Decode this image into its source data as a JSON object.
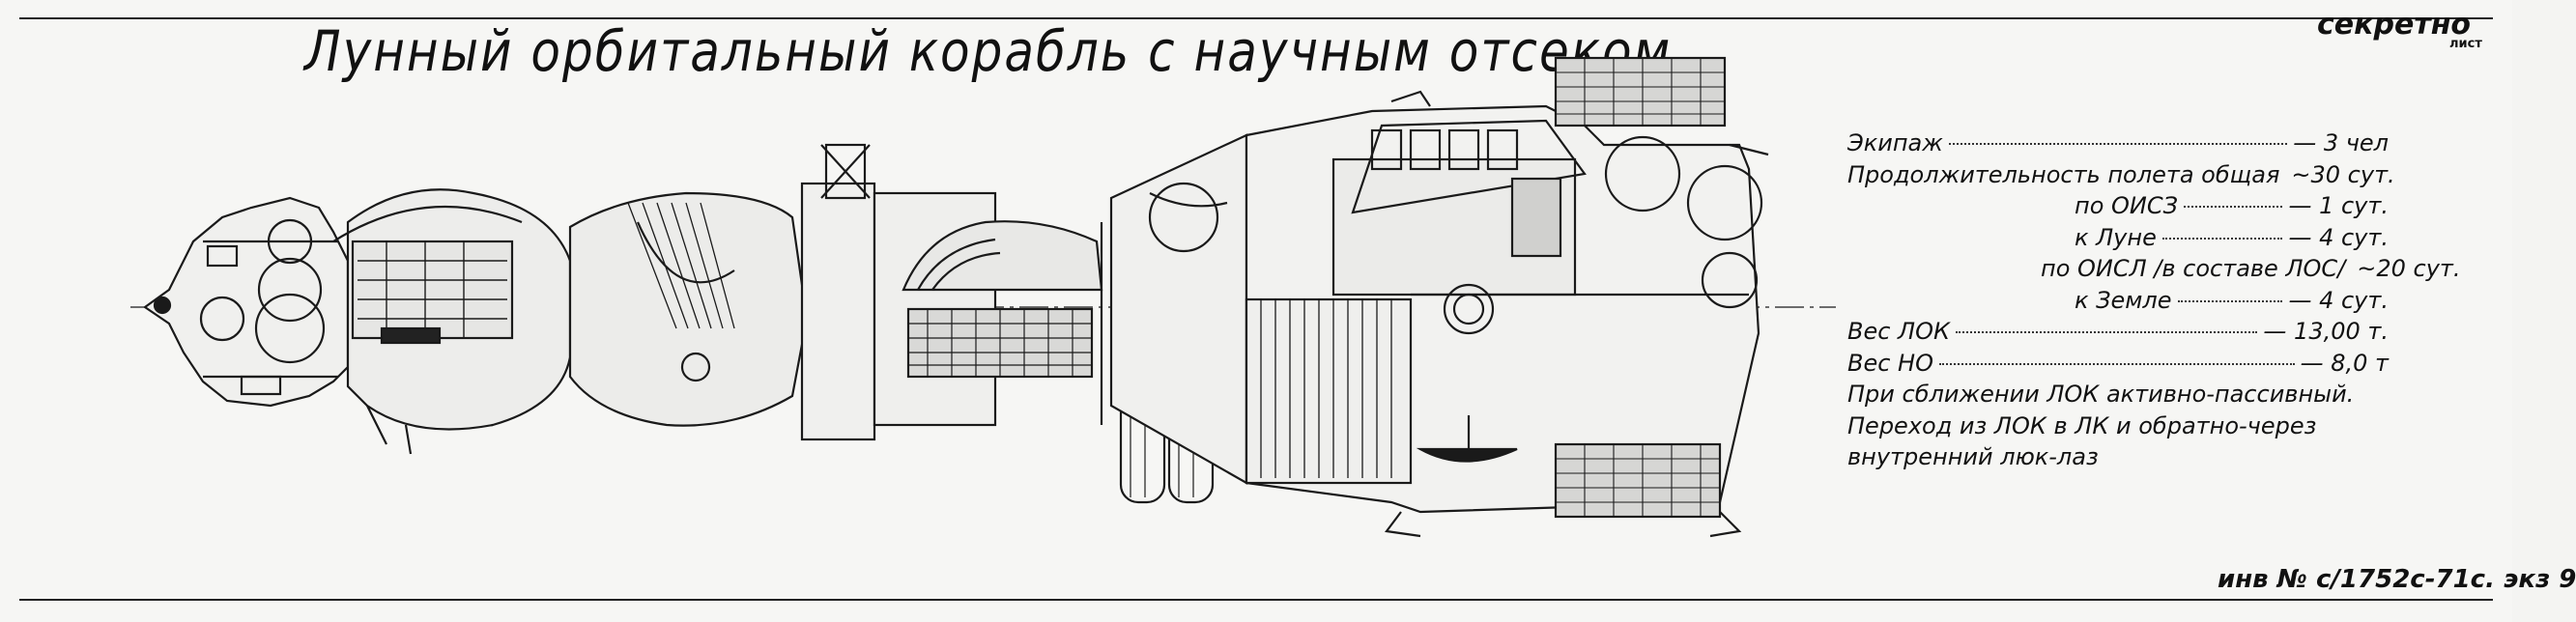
{
  "title": "Лунный орбитальный корабль с научным отсеком",
  "stamp": {
    "secret": "секретно",
    "sheet": "лист"
  },
  "inventory_number": "инв № с/1752с-71с. экз 9",
  "specs": {
    "rows": [
      {
        "label": "Экипаж",
        "value": "— 3 чел",
        "indent": 0
      },
      {
        "label": "Продолжительность полета общая",
        "value": "~30 сут.",
        "indent": 0
      },
      {
        "label": "по ОИСЗ",
        "value": "— 1 сут.",
        "indent": 1
      },
      {
        "label": "к Луне",
        "value": "— 4 сут.",
        "indent": 1
      },
      {
        "label": "по ОИСЛ /в составе ЛОС/",
        "value": "~20 сут.",
        "indent": 2
      },
      {
        "label": "к Земле",
        "value": "— 4 сут.",
        "indent": 1
      },
      {
        "label": "Вес ЛОК",
        "value": "— 13,00 т.",
        "indent": 0
      },
      {
        "label": "Вес НО",
        "value": "— 8,0 т",
        "indent": 0
      }
    ],
    "notes": [
      "При сближении ЛОК активно-пассивный.",
      "Переход из ЛОК в ЛК и обратно-через",
      "внутренний люк-лаз"
    ]
  }
}
